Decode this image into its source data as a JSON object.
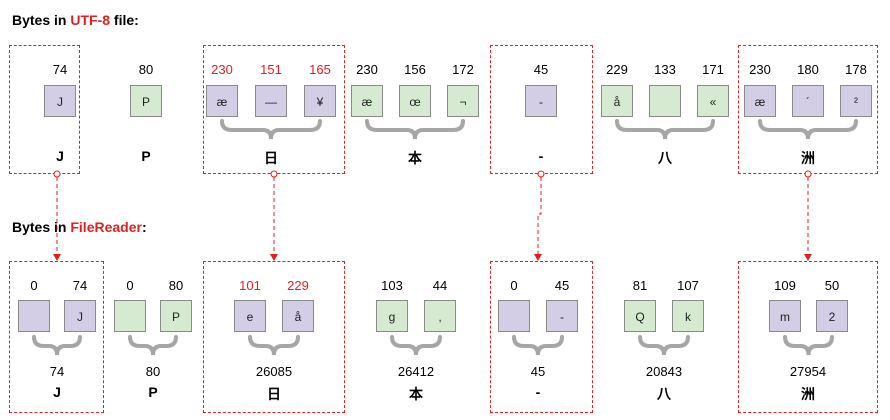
{
  "utf8_heading": {
    "prefix": "Bytes in ",
    "highlight": "UTF-8",
    "suffix": " file:"
  },
  "reader_heading": {
    "prefix": "Bytes in ",
    "highlight": "FileReader",
    "suffix": ":"
  },
  "colors": {
    "red": "#e02020",
    "purple": "#d3cde6",
    "green": "#d6ead2",
    "brace": "#a6a6a6"
  },
  "utf8_bytes": [
    {
      "value": "74",
      "glyph": "J",
      "color": "purple",
      "red": false
    },
    {
      "value": "80",
      "glyph": "P",
      "color": "green",
      "red": false
    },
    {
      "value": "230",
      "glyph": "æ",
      "color": "purple",
      "red": true
    },
    {
      "value": "151",
      "glyph": "—",
      "color": "purple",
      "red": true
    },
    {
      "value": "165",
      "glyph": "¥",
      "color": "purple",
      "red": true
    },
    {
      "value": "230",
      "glyph": "æ",
      "color": "green",
      "red": false
    },
    {
      "value": "156",
      "glyph": "œ",
      "color": "green",
      "red": false
    },
    {
      "value": "172",
      "glyph": "¬",
      "color": "green",
      "red": false
    },
    {
      "value": "45",
      "glyph": "-",
      "color": "purple",
      "red": false
    },
    {
      "value": "229",
      "glyph": "å",
      "color": "green",
      "red": false
    },
    {
      "value": "133",
      "glyph": "",
      "color": "green",
      "red": false
    },
    {
      "value": "171",
      "glyph": "«",
      "color": "green",
      "red": false
    },
    {
      "value": "230",
      "glyph": "æ",
      "color": "purple",
      "red": false
    },
    {
      "value": "180",
      "glyph": "´",
      "color": "purple",
      "red": false
    },
    {
      "value": "178",
      "glyph": "²",
      "color": "purple",
      "red": false
    }
  ],
  "utf8_chars": [
    "J",
    "P",
    "日",
    "本",
    "-",
    "八",
    "洲"
  ],
  "reader_bytes": [
    {
      "value": "0",
      "glyph": "",
      "color": "purple",
      "red": false
    },
    {
      "value": "74",
      "glyph": "J",
      "color": "purple",
      "red": false
    },
    {
      "value": "0",
      "glyph": "",
      "color": "green",
      "red": false
    },
    {
      "value": "80",
      "glyph": "P",
      "color": "green",
      "red": false
    },
    {
      "value": "101",
      "glyph": "e",
      "color": "purple",
      "red": true
    },
    {
      "value": "229",
      "glyph": "å",
      "color": "purple",
      "red": true
    },
    {
      "value": "103",
      "glyph": "g",
      "color": "green",
      "red": false
    },
    {
      "value": "44",
      "glyph": ",",
      "color": "green",
      "red": false
    },
    {
      "value": "0",
      "glyph": "",
      "color": "purple",
      "red": false
    },
    {
      "value": "45",
      "glyph": "-",
      "color": "purple",
      "red": false
    },
    {
      "value": "81",
      "glyph": "Q",
      "color": "green",
      "red": false
    },
    {
      "value": "107",
      "glyph": "k",
      "color": "green",
      "red": false
    },
    {
      "value": "109",
      "glyph": "m",
      "color": "purple",
      "red": false
    },
    {
      "value": "50",
      "glyph": "2",
      "color": "purple",
      "red": false
    }
  ],
  "reader_codes": [
    "74",
    "80",
    "26085",
    "26412",
    "45",
    "20843",
    "27954"
  ],
  "reader_chars": [
    "J",
    "P",
    "日",
    "本",
    "-",
    "八",
    "洲"
  ]
}
